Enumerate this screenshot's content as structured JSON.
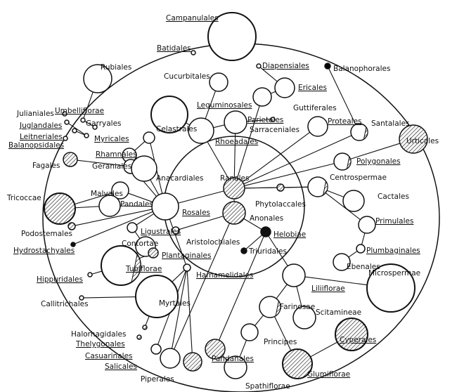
{
  "diagram": {
    "taxa": [
      {
        "id": "campanulales",
        "label": "Campanulales",
        "underline": true
      },
      {
        "id": "batidales",
        "label": "Batidales",
        "underline": true
      },
      {
        "id": "rubiales",
        "label": "Rubiales",
        "underline": false
      },
      {
        "id": "cucurbitales",
        "label": "Cucurbitales",
        "underline": false
      },
      {
        "id": "diapensiales",
        "label": "Diapensiales",
        "underline": true
      },
      {
        "id": "balanophorales",
        "label": "Balanophorales",
        "underline": false
      },
      {
        "id": "ericales",
        "label": "Ericales",
        "underline": true
      },
      {
        "id": "leguminosales",
        "label": "Leguminosales",
        "underline": true
      },
      {
        "id": "guttiferales",
        "label": "Guttiferales",
        "underline": false
      },
      {
        "id": "umbelliflorae",
        "label": "Umbelliflorae",
        "underline": true
      },
      {
        "id": "julianiales",
        "label": "Julianiales",
        "underline": false
      },
      {
        "id": "juglandales",
        "label": "Juglandales",
        "underline": true
      },
      {
        "id": "leitneriales",
        "label": "Leitneriales",
        "underline": true
      },
      {
        "id": "balanopsidales",
        "label": "Balanopsidales",
        "underline": true
      },
      {
        "id": "garryales",
        "label": "Garryales",
        "underline": false
      },
      {
        "id": "myricales",
        "label": "Myricales",
        "underline": true
      },
      {
        "id": "celastrales",
        "label": "Celastrales",
        "underline": false
      },
      {
        "id": "parietales",
        "label": "Parietales",
        "underline": true
      },
      {
        "id": "sarraceniales",
        "label": "Sarraceniales",
        "underline": false
      },
      {
        "id": "proteales",
        "label": "Proteales",
        "underline": true
      },
      {
        "id": "santalales",
        "label": "Santalales",
        "underline": false
      },
      {
        "id": "urticales",
        "label": "Urticales",
        "underline": false
      },
      {
        "id": "rhoeadales",
        "label": "Rhoeadales",
        "underline": true
      },
      {
        "id": "rhamnales",
        "label": "Rhamnales",
        "underline": true
      },
      {
        "id": "polygonales",
        "label": "Polygonales",
        "underline": true
      },
      {
        "id": "fagales",
        "label": "Fagales",
        "underline": false
      },
      {
        "id": "geraniales",
        "label": "Geraniales",
        "underline": false
      },
      {
        "id": "ranales",
        "label": "Ranales",
        "underline": false
      },
      {
        "id": "centrospermae",
        "label": "Centrospermae",
        "underline": false
      },
      {
        "id": "anacardiales",
        "label": "Anacardiales",
        "underline": false
      },
      {
        "id": "cactales",
        "label": "Cactales",
        "underline": false
      },
      {
        "id": "tricoccae",
        "label": "Tricoccae",
        "underline": false
      },
      {
        "id": "malvales",
        "label": "Malvales",
        "underline": false
      },
      {
        "id": "pandales",
        "label": "Pandales",
        "underline": false
      },
      {
        "id": "phytolaccales",
        "label": "Phytolaccales",
        "underline": false
      },
      {
        "id": "rosales",
        "label": "Rosales",
        "underline": true
      },
      {
        "id": "anonales",
        "label": "Anonales",
        "underline": false
      },
      {
        "id": "primulales",
        "label": "Primulales",
        "underline": true
      },
      {
        "id": "podostemales",
        "label": "Podostemales",
        "underline": false
      },
      {
        "id": "ligustrales",
        "label": "Ligustrales",
        "underline": true
      },
      {
        "id": "aristolochiales",
        "label": "Aristolochiales",
        "underline": false
      },
      {
        "id": "helobiae",
        "label": "Helobiae",
        "underline": true
      },
      {
        "id": "hydrostachyales",
        "label": "Hydrostachyales",
        "underline": true
      },
      {
        "id": "contortae",
        "label": "Contortae",
        "underline": false
      },
      {
        "id": "plantaginales",
        "label": "Plantaginales",
        "underline": true
      },
      {
        "id": "triuridales",
        "label": "Triuridales",
        "underline": false
      },
      {
        "id": "plumbaginales",
        "label": "Plumbaginales",
        "underline": true
      },
      {
        "id": "tubiflorae",
        "label": "Tubiflorae",
        "underline": true
      },
      {
        "id": "hamamelidales",
        "label": "Hamamelidales",
        "underline": true
      },
      {
        "id": "ebenales",
        "label": "Ebenales",
        "underline": false
      },
      {
        "id": "hippuridales",
        "label": "Hippuridales",
        "underline": true
      },
      {
        "id": "microspermae",
        "label": "Microspermae",
        "underline": false
      },
      {
        "id": "liliiflorae",
        "label": "Liliiflorae",
        "underline": true
      },
      {
        "id": "callitrichales",
        "label": "Callitrichales",
        "underline": false
      },
      {
        "id": "myrtales",
        "label": "Myrtales",
        "underline": false
      },
      {
        "id": "farinosae",
        "label": "Farinosae",
        "underline": false
      },
      {
        "id": "scitamineae",
        "label": "Scitamineae",
        "underline": false
      },
      {
        "id": "halorhagidales",
        "label": "Halorhagidales",
        "underline": false
      },
      {
        "id": "thelygonales",
        "label": "Thelygonales",
        "underline": true
      },
      {
        "id": "principes",
        "label": "Principes",
        "underline": false
      },
      {
        "id": "cyperales",
        "label": "Cyperales",
        "underline": true
      },
      {
        "id": "casuarinales",
        "label": "Casuarinales",
        "underline": true
      },
      {
        "id": "pandanales",
        "label": "Pandanales",
        "underline": true
      },
      {
        "id": "salicales",
        "label": "Salicales",
        "underline": true
      },
      {
        "id": "glumiflorae",
        "label": "Glumiflorae",
        "underline": true
      },
      {
        "id": "piperales",
        "label": "Piperales",
        "underline": false
      },
      {
        "id": "spathiflorae",
        "label": "Spathiflorae",
        "underline": false
      }
    ]
  }
}
